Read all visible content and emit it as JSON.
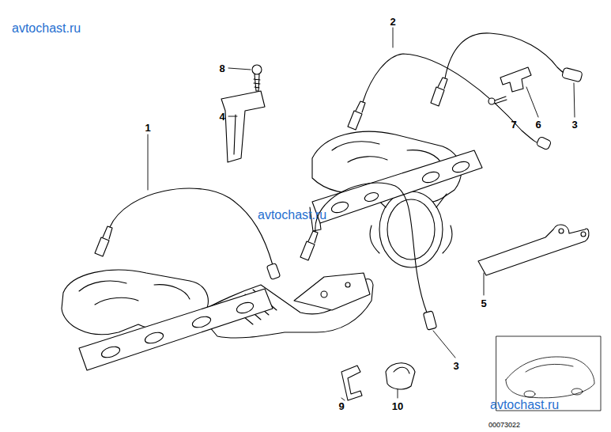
{
  "diagram": {
    "labels": [
      "avtochast.ru",
      "2",
      "8",
      "4",
      "7",
      "6",
      "3",
      "1",
      "avtochast.ru",
      "5",
      "3",
      "9",
      "10",
      "avtochast.ru",
      "00073022"
    ]
  }
}
